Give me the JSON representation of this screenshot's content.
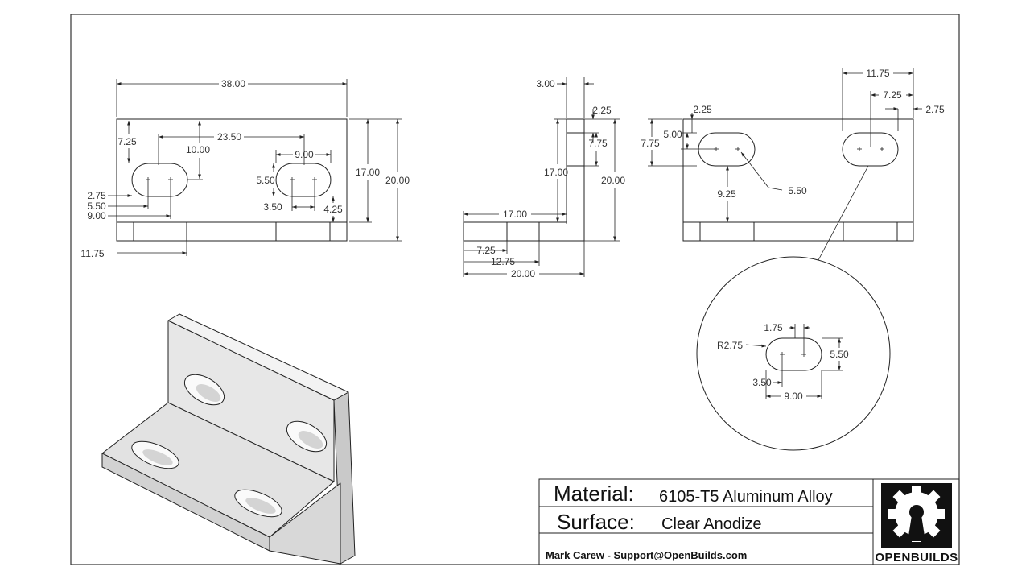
{
  "front_view": {
    "width": "38.00",
    "slot_spacing": "23.50",
    "height_upper": "17.00",
    "height_total": "20.00",
    "slot_top": "7.25",
    "slot_center_from_top": "10.00",
    "slot_length": "9.00",
    "slot_width": "5.50",
    "slot_center_offset": "3.50",
    "slot_bottom": "4.25",
    "edge_2_75": "2.75",
    "edge_5_50": "5.50",
    "edge_9_00": "9.00",
    "edge_11_75": "11.75"
  },
  "side_view": {
    "thickness_top": "3.00",
    "slot_2_25": "2.25",
    "slot_7_75": "7.75",
    "height_inner": "17.00",
    "height_total": "20.00",
    "base_inner": "17.00",
    "base_7_25": "7.25",
    "base_12_75": "12.75",
    "base_total": "20.00"
  },
  "top_view": {
    "d_11_75": "11.75",
    "d_7_25": "7.25",
    "d_2_75": "2.75",
    "d_2_25": "2.25",
    "d_5_00": "5.00",
    "d_7_75": "7.75",
    "d_9_25": "9.25",
    "d_5_50": "5.50"
  },
  "detail_view": {
    "d_1_75": "1.75",
    "radius": "R2.75",
    "d_5_50": "5.50",
    "d_3_50": "3.50",
    "d_9_00": "9.00"
  },
  "title_block": {
    "material_label": "Material:",
    "material_value": "6105-T5 Aluminum Alloy",
    "surface_label": "Surface:",
    "surface_value": "Clear Anodize",
    "author": "Mark Carew - Support@OpenBuilds.com",
    "logo_text": "OPENBUILDS"
  }
}
